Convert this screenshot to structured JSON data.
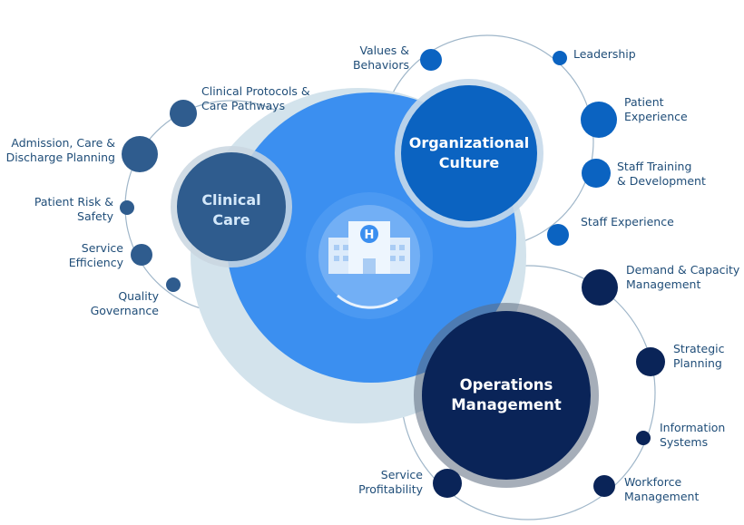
{
  "hubs": {
    "clinical": "Clinical\nCare",
    "culture": "Organizational\nCulture",
    "operations": "Operations\nManagement"
  },
  "center_icon": {
    "icon": "hospital-building-icon",
    "sign": "H"
  },
  "clinical_items": [
    "Clinical Protocols &\nCare Pathways",
    "Admission, Care &\nDischarge Planning",
    "Patient Risk &\nSafety",
    "Service\nEfficiency",
    "Quality\nGovernance"
  ],
  "culture_items": [
    "Values &\nBehaviors",
    "Leadership",
    "Patient\nExperience",
    "Staff Training\n& Development",
    "Staff Experience"
  ],
  "operations_items": [
    "Demand & Capacity\nManagement",
    "Strategic\nPlanning",
    "Information\nSystems",
    "Workforce\nManagement",
    "Service\nProfitability"
  ],
  "colors": {
    "halo": "#d3e3ec",
    "main": "#3b8ff0",
    "clinical": "#2f5c8e",
    "culture": "#0b63c1",
    "operations": "#0a2458",
    "ring": "#9fb6c9",
    "label": "#1f4d78"
  }
}
